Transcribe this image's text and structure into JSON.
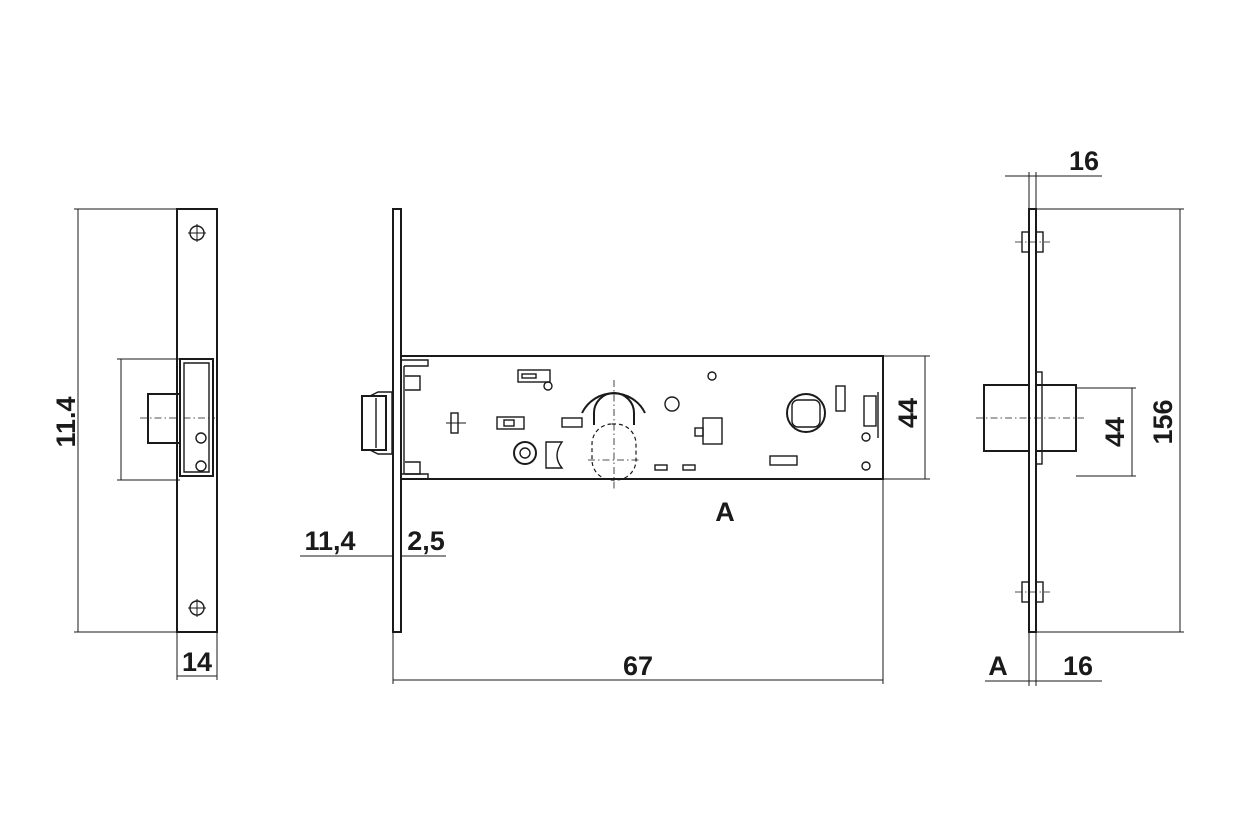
{
  "drawing": {
    "front_view": {
      "height_dim": "11.4",
      "width_dim": "14"
    },
    "side_view": {
      "backset_dim": "11,4",
      "faceplate_dim": "2,5",
      "body_height_dim": "44",
      "body_length_dim": "67",
      "section_marker": "A"
    },
    "section_view": {
      "top_dim": "16",
      "bottom_dim": "16",
      "bolt_dim": "44",
      "overall_height_dim": "156",
      "section_marker": "A"
    }
  }
}
